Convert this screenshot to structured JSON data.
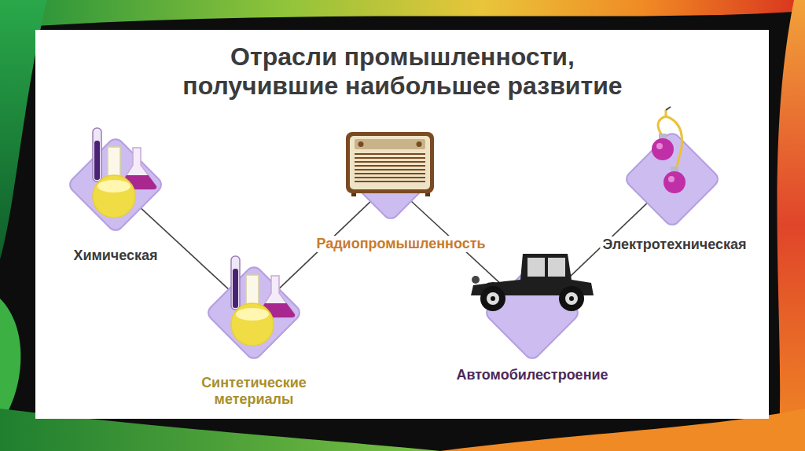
{
  "diagram": {
    "title": "Отрасли промышленности, получившие наибольшее развитие",
    "nodes": [
      {
        "text": [
          "Химическая"
        ]
      },
      {
        "text": [
          "Синтетические метериалы"
        ]
      },
      {
        "text": [
          "Радиопромышленность"
        ]
      },
      {
        "text": [
          "Автомобилестроение"
        ]
      },
      {
        "text": [
          "Электротехническая"
        ]
      }
    ],
    "edges": [
      {
        "from": 0,
        "to": 1,
        "arrow": "none"
      },
      {
        "from": 1,
        "to": 2,
        "arrow": "none"
      },
      {
        "from": 2,
        "to": 3,
        "arrow": "none"
      },
      {
        "from": 3,
        "to": 4,
        "arrow": "none"
      }
    ]
  }
}
